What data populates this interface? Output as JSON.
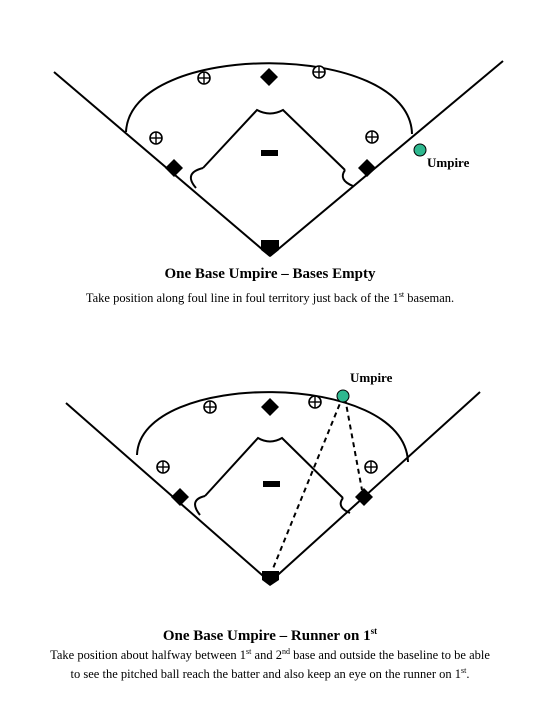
{
  "colors": {
    "umpire": "#2eb88f",
    "line": "#000000"
  },
  "diagram1": {
    "umpire_label": "Umpire",
    "title": "One Base Umpire – Bases Empty",
    "desc": {
      "a": "Take position along foul line in foul territory just back of the 1",
      "sup": "st",
      "b": " baseman."
    }
  },
  "diagram2": {
    "umpire_label": "Umpire",
    "title_main": "One Base Umpire – Runner on 1",
    "title_sup": "st",
    "line1": {
      "a": "Take position about halfway between 1",
      "s1": "st",
      "b": " and 2",
      "s2": "nd",
      "c": " base and outside the baseline to be able"
    },
    "line2": {
      "a": "to see the pitched ball reach the batter and also keep an eye on the runner on 1",
      "s1": "st",
      "b": "."
    }
  }
}
